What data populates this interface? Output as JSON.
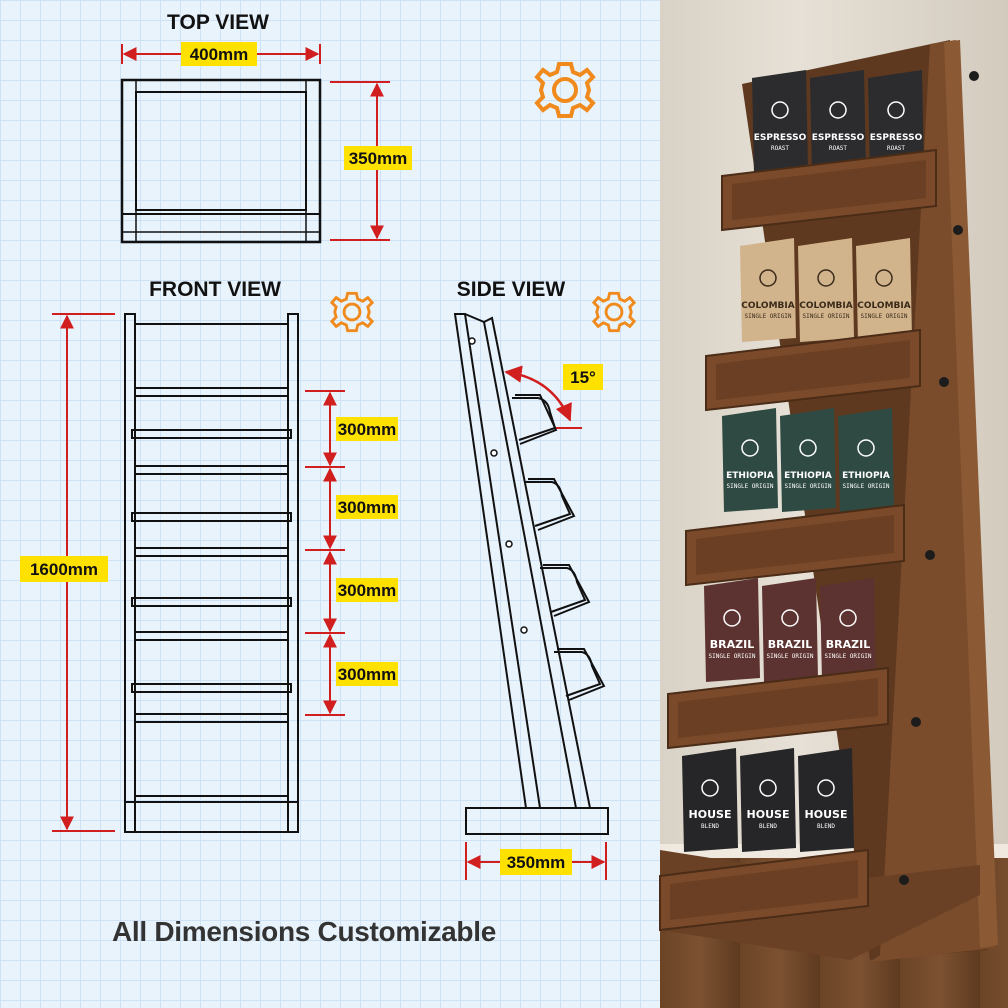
{
  "colors": {
    "accent_yellow": "#ffe100",
    "dimension_red": "#d11f1f",
    "gear_orange": "#f08a1c",
    "wood": "#6e4327"
  },
  "views": {
    "top": {
      "title": "TOP VIEW",
      "width": "400mm",
      "depth": "350mm"
    },
    "front": {
      "title": "FRONT VIEW",
      "height": "1600mm",
      "spacings": [
        "300mm",
        "300mm",
        "300mm",
        "300mm"
      ]
    },
    "side": {
      "title": "SIDE VIEW",
      "angle": "15°",
      "depth": "350mm"
    }
  },
  "footer": {
    "text": "All Dimensions Customizable"
  },
  "icons": [
    "gear-icon",
    "gear-icon",
    "gear-icon"
  ],
  "products": {
    "shelves": [
      {
        "name": "ESPRESSO",
        "sub": "ROAST",
        "bag_color": "#2c2c2e"
      },
      {
        "name": "COLOMBIA",
        "sub": "SINGLE ORIGIN",
        "bag_color": "#d2b48c"
      },
      {
        "name": "ETHIOPIA",
        "sub": "SINGLE ORIGIN",
        "bag_color": "#2f4a42"
      },
      {
        "name": "BRAZIL",
        "sub": "SINGLE ORIGIN",
        "bag_color": "#5c3330"
      },
      {
        "name": "HOUSE",
        "sub": "BLEND",
        "bag_color": "#262628"
      }
    ]
  }
}
